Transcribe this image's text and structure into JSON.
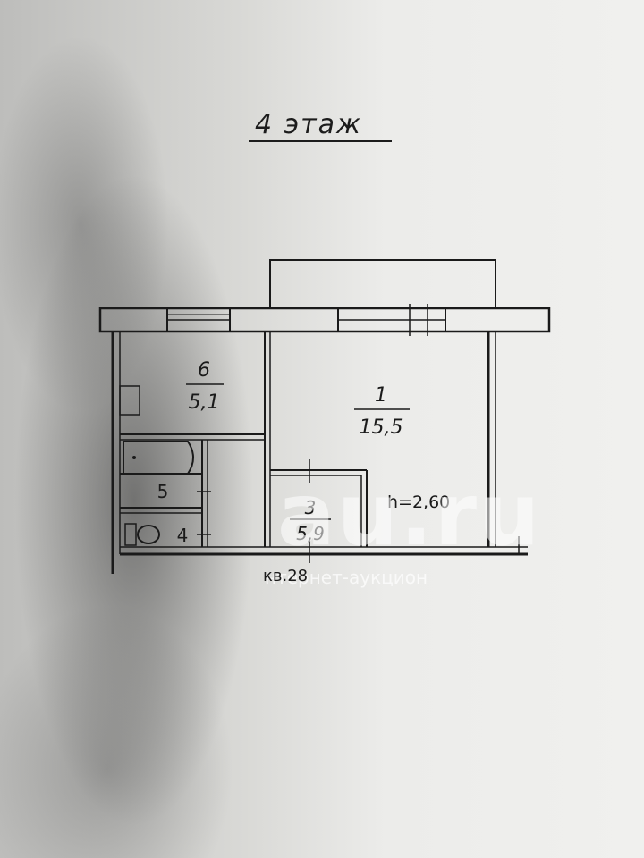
{
  "floor_title": "4 этаж",
  "apartment_label": "кв.28",
  "ceiling_height": "h=2,60",
  "rooms": [
    {
      "number": "1",
      "area": "15,5"
    },
    {
      "number": "6",
      "area": "5,1"
    },
    {
      "number": "3",
      "area": "5,9"
    }
  ],
  "small_rooms": [
    "5",
    "4"
  ],
  "watermark": {
    "main": "au.ru",
    "sub": "нтернет-аукцион"
  }
}
